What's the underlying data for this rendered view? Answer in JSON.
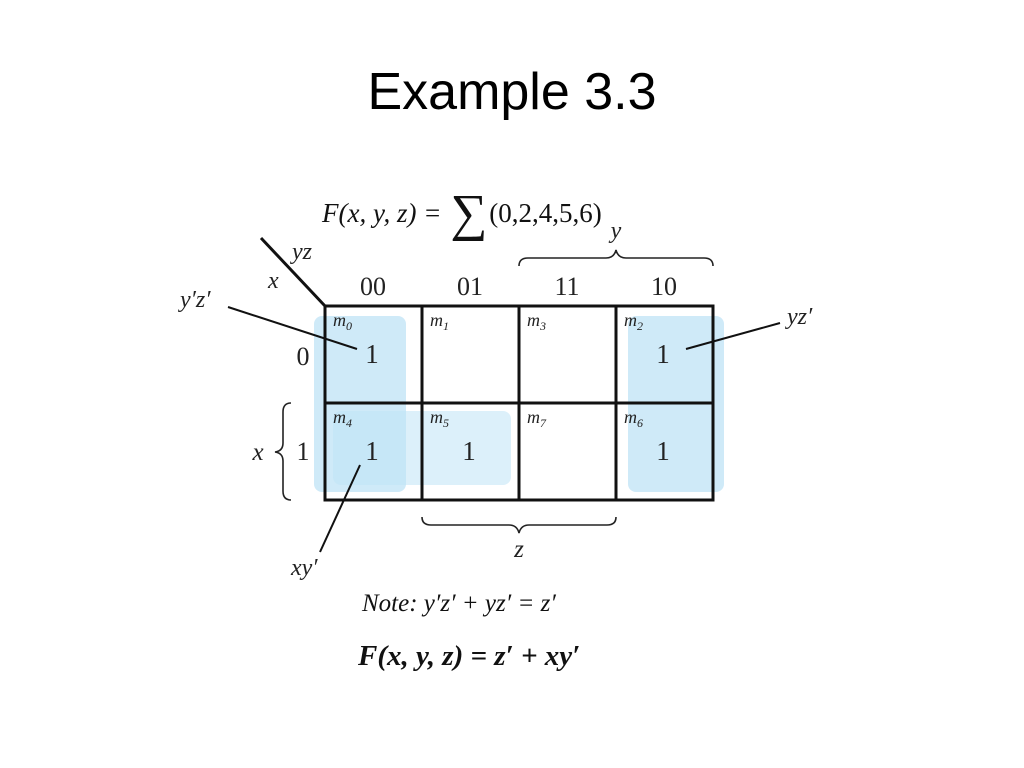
{
  "title": "Example 3.3",
  "function_def": {
    "lhs": "F(x, y, z) =",
    "sigma": "∑",
    "minterms": "(0,2,4,5,6)"
  },
  "kmap": {
    "corner_col_var": "yz",
    "corner_row_var": "x",
    "col_headers": [
      "00",
      "01",
      "11",
      "10"
    ],
    "row_headers": [
      "0",
      "1"
    ],
    "col_brace_label": "y",
    "row_brace_label": "x",
    "bottom_brace_label": "z",
    "cells": [
      [
        {
          "m": "m",
          "sub": "0",
          "value": "1"
        },
        {
          "m": "m",
          "sub": "1",
          "value": ""
        },
        {
          "m": "m",
          "sub": "3",
          "value": ""
        },
        {
          "m": "m",
          "sub": "2",
          "value": "1"
        }
      ],
      [
        {
          "m": "m",
          "sub": "4",
          "value": "1"
        },
        {
          "m": "m",
          "sub": "5",
          "value": "1"
        },
        {
          "m": "m",
          "sub": "7",
          "value": ""
        },
        {
          "m": "m",
          "sub": "6",
          "value": "1"
        }
      ]
    ],
    "group_labels": {
      "left_top": "y′z′",
      "right": "yz′",
      "bottom": "xy′"
    },
    "group_color": "#bfe3f5"
  },
  "note": "Note: y′z′ + yz′ = z′",
  "result": "F(x, y, z) = z′ + xy′"
}
